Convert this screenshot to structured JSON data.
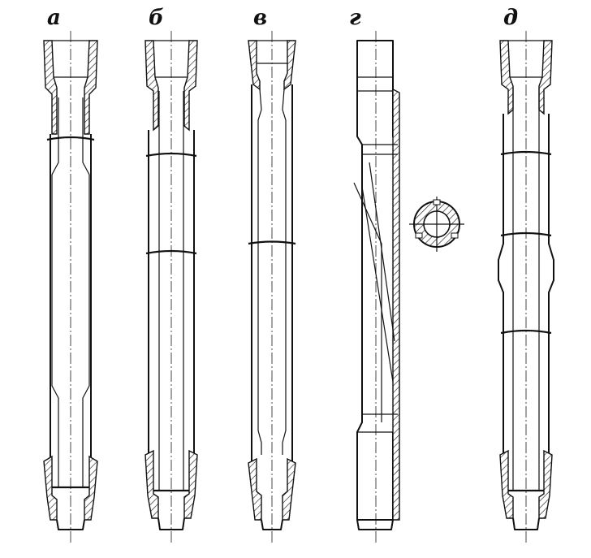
{
  "figure": {
    "labels": [
      "а",
      "б",
      "в",
      "г",
      "д"
    ],
    "section_view": "cross-section"
  }
}
